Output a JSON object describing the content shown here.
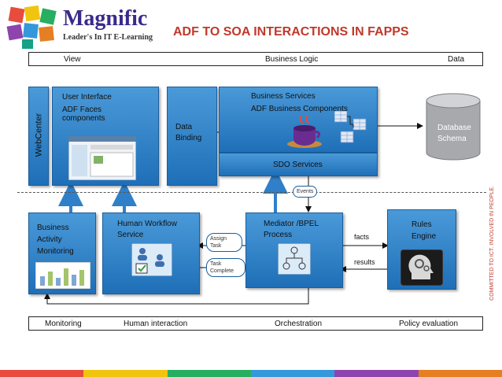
{
  "header": {
    "logo_name": "Magnific",
    "logo_tagline": "Leader's In IT E-Learning",
    "title": "ADF TO SOA INTERACTIONS IN FAPPS"
  },
  "top_bar": {
    "view": "View",
    "business_logic": "Business Logic",
    "data": "Data"
  },
  "bottom_bar": {
    "monitoring": "Monitoring",
    "human_interaction": "Human interaction",
    "orchestration": "Orchestration",
    "policy_evaluation": "Policy evaluation"
  },
  "boxes": {
    "webcenter": "WebCenter",
    "ui_title": "User Interface",
    "ui_sub_1": "ADF Faces",
    "ui_sub_2": "components",
    "data_binding_1": "Data",
    "data_binding_2": "Binding",
    "bs_title": "Business Services",
    "bs_sub": "ADF Business Components",
    "sdo": "SDO Services",
    "db_1": "Database",
    "db_2": "Schema",
    "bam_1": "Business",
    "bam_2": "Activity",
    "bam_3": "Monitoring",
    "hw_1": "Human Workflow",
    "hw_2": "Service",
    "med_1": "Mediator /BPEL",
    "med_2": "Process",
    "rules_1": "Rules",
    "rules_2": "Engine"
  },
  "labels": {
    "events": "Events",
    "assign_1": "Assign",
    "assign_2": "Task",
    "complete_1": "Task",
    "complete_2": "Complete",
    "facts": "facts",
    "results": "results"
  },
  "side_text": "COMMITTED TO ICT. INVOLVED IN PEOPLE.",
  "colors": {
    "box_blue": "#2f80c8",
    "title_red": "#c0392b",
    "logo_purple": "#3a2a8a"
  }
}
